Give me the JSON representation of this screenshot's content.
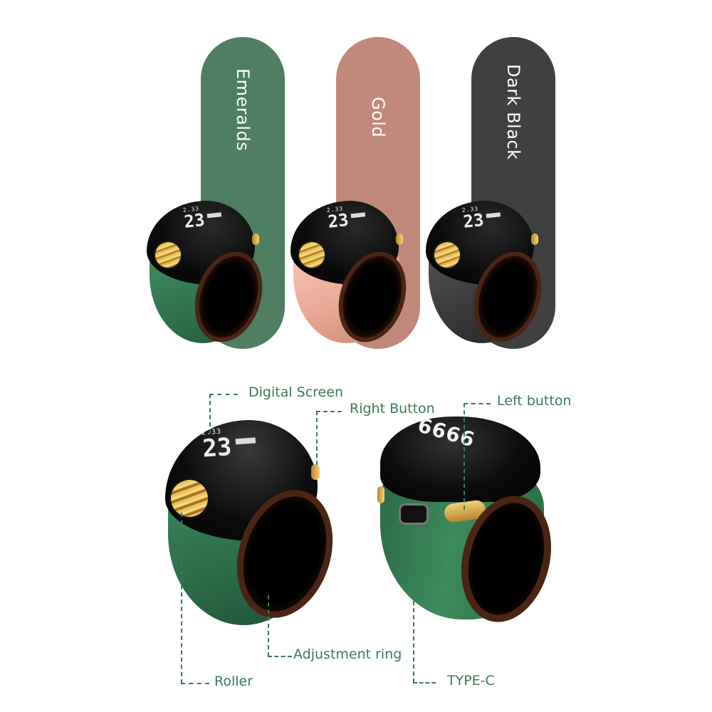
{
  "variants": [
    {
      "name": "Emeralds",
      "pill_color": "#4f7e62",
      "body_color": "#3a8660",
      "screen_value": "23",
      "screen_mini": "2.33"
    },
    {
      "name": "Gold",
      "pill_color": "#bf887b",
      "body_color": "#f0b3a0",
      "screen_value": "23",
      "screen_mini": "2.33"
    },
    {
      "name": "Dark Black",
      "pill_color": "#404040",
      "body_color": "#3a3a3a",
      "screen_value": "23",
      "screen_mini": "2.33"
    }
  ],
  "diagram": {
    "front_view": {
      "screen_value": "23",
      "screen_mini": "2.33"
    },
    "back_view": {
      "screen_value": "6666"
    },
    "callouts": {
      "digital_screen": "Digital Screen",
      "right_button": "Right Button",
      "left_button": "Left button",
      "adjustment_ring": "Adjustment ring",
      "roller": "Roller",
      "type_c": "TYPE-C"
    }
  },
  "colors": {
    "callout_text": "#3d7a58",
    "emerald_pill": "#4f7e62",
    "gold_pill": "#bf887b",
    "black_pill": "#404040",
    "gold_accent": "#e2b651"
  }
}
